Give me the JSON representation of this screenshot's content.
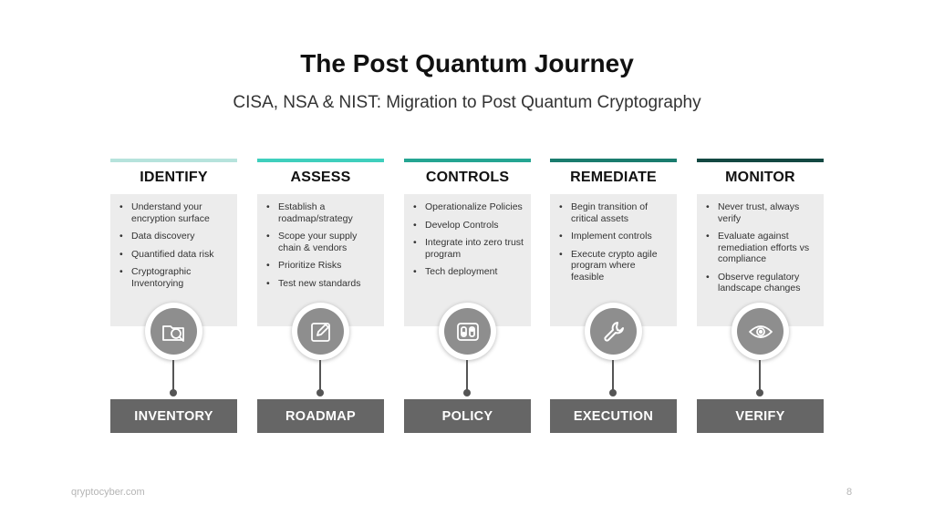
{
  "title": "The Post Quantum Journey",
  "subtitle": "CISA, NSA & NIST: Migration to Post Quantum Cryptography",
  "columns": [
    {
      "heading": "IDENTIFY",
      "bar_color": "#b6e3dc",
      "icon": "folder-search-icon",
      "items": [
        "Understand your encryption surface",
        "Data discovery",
        "Quantified data risk",
        "Cryptographic Inventorying"
      ],
      "label": "INVENTORY"
    },
    {
      "heading": "ASSESS",
      "bar_color": "#3fcfbd",
      "icon": "edit-document-icon",
      "items": [
        "Establish a roadmap/strategy",
        "Scope your supply chain & vendors",
        "Prioritize Risks",
        "Test new standards"
      ],
      "label": "ROADMAP"
    },
    {
      "heading": "CONTROLS",
      "bar_color": "#25a592",
      "icon": "toggle-controls-icon",
      "items": [
        "Operationalize Policies",
        "Develop Controls",
        "Integrate into zero trust program",
        "Tech deployment"
      ],
      "label": "POLICY"
    },
    {
      "heading": "REMEDIATE",
      "bar_color": "#1a7c6e",
      "icon": "wrench-icon",
      "items": [
        "Begin transition of critical assets",
        "Implement controls",
        "Execute crypto agile program where feasible"
      ],
      "label": "EXECUTION"
    },
    {
      "heading": "MONITOR",
      "bar_color": "#134842",
      "icon": "eye-icon",
      "items": [
        "Never trust, always verify",
        "Evaluate against remediation efforts vs compliance",
        "Observe regulatory landscape changes"
      ],
      "label": "VERIFY"
    }
  ],
  "footer": {
    "website": "qryptocyber.com",
    "page_number": "8"
  }
}
